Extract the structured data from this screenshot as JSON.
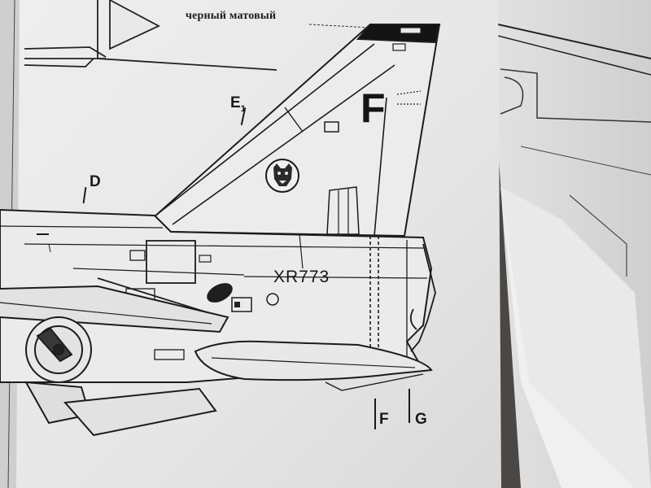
{
  "caption": "черный матовый",
  "tail_letter": "F",
  "serial": "XR773",
  "station_markers": [
    {
      "letter": "E",
      "subscript": "1"
    },
    {
      "letter": "D",
      "subscript": ""
    },
    {
      "letter": "F",
      "subscript": ""
    },
    {
      "letter": "G",
      "subscript": ""
    }
  ],
  "badge_icon": "panther-head-icon"
}
